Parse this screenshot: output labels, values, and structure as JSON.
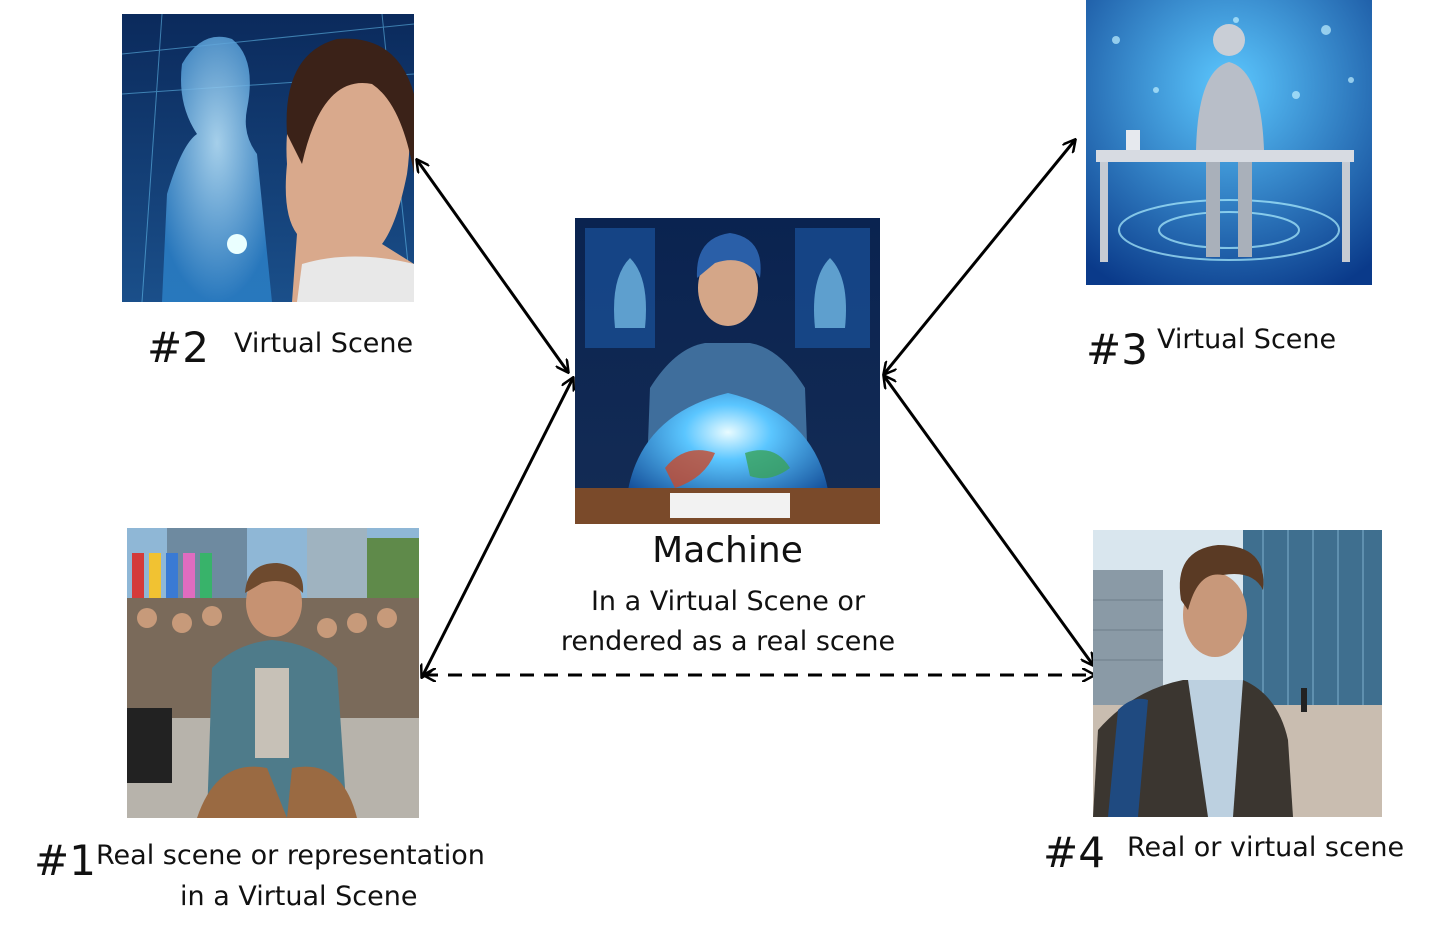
{
  "center": {
    "title": "Machine",
    "line1": "In a Virtual Scene or",
    "line2": "rendered as a real scene"
  },
  "nodes": {
    "n1": {
      "num": "#1",
      "line1": "Real scene or representation",
      "line2": "in a Virtual Scene"
    },
    "n2": {
      "num": "#2",
      "label": "Virtual Scene"
    },
    "n3": {
      "num": "#3",
      "label": "Virtual Scene"
    },
    "n4": {
      "num": "#4",
      "label": "Real or virtual scene"
    }
  },
  "colors": {
    "arrow": "#000000",
    "virtual_glow": "#4fc3ff",
    "virtual_dark": "#0a1f4a"
  }
}
